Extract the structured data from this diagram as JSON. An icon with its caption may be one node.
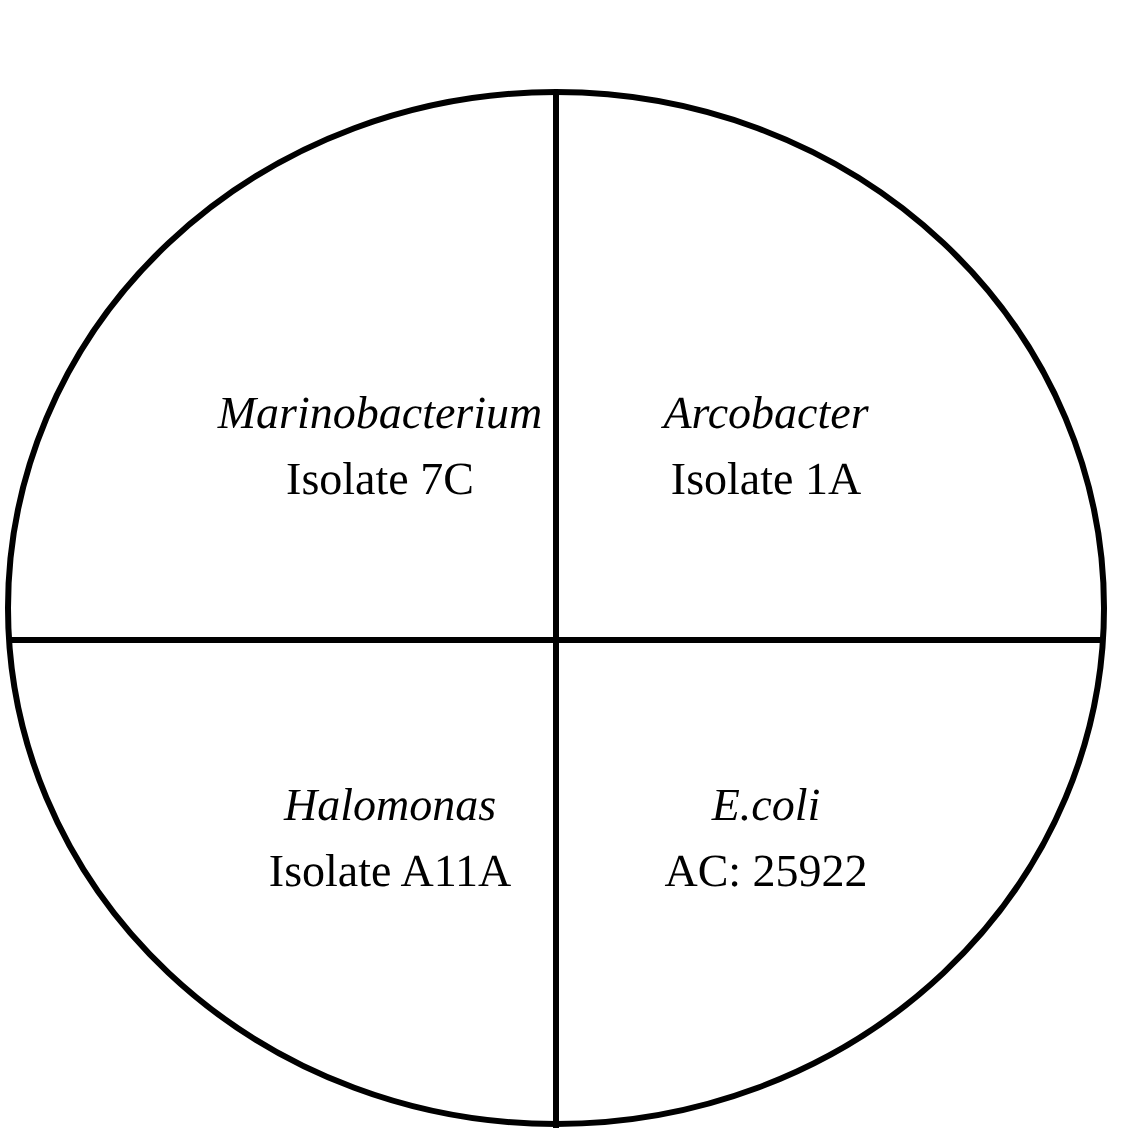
{
  "diagram": {
    "nodes": [
      {
        "text": [],
        "shape": "circle"
      },
      {
        "text": [
          "Marinobacterium",
          "Isolate 7C"
        ],
        "in": 0
      },
      {
        "text": [
          "Arcobacter",
          "Isolate 1A"
        ],
        "in": 0
      },
      {
        "text": [
          "Halomonas",
          "Isolate A11A"
        ],
        "in": 0
      },
      {
        "text": [
          "E.coli",
          "AC: 25922"
        ],
        "in": 0
      }
    ]
  }
}
